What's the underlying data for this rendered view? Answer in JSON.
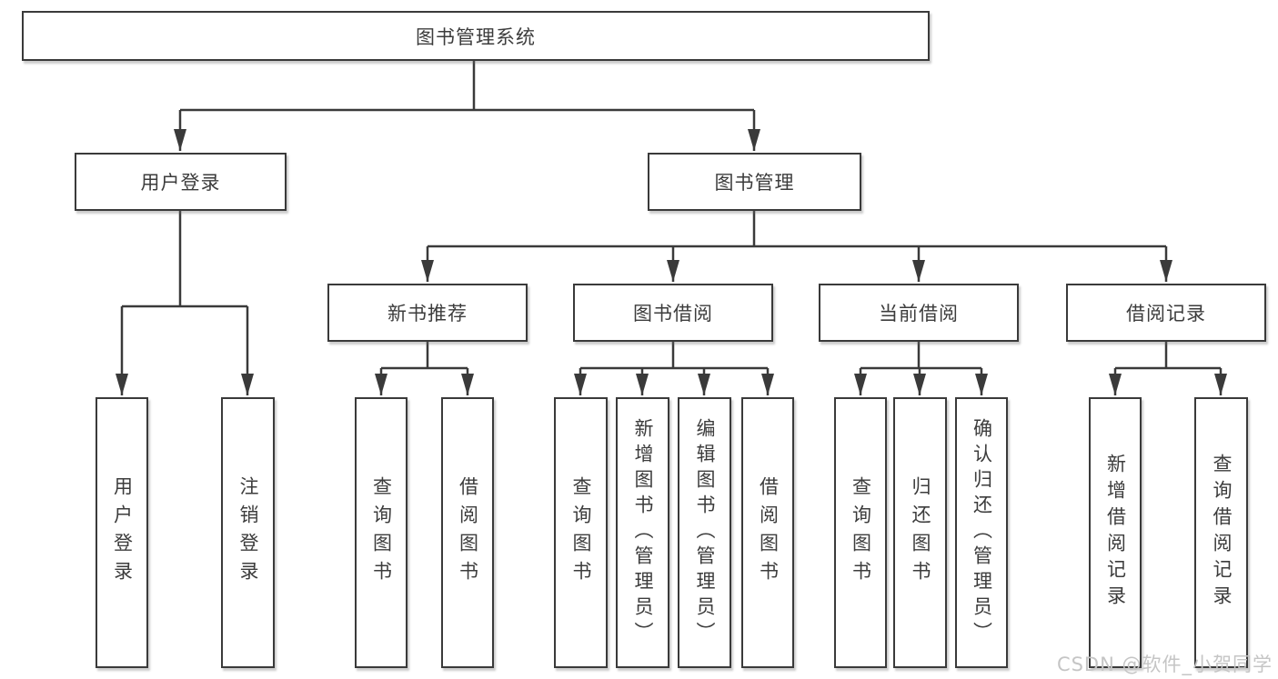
{
  "diagram": {
    "root": {
      "label": "图书管理系统"
    },
    "level2": [
      {
        "label": "用户登录"
      },
      {
        "label": "图书管理"
      }
    ],
    "level3": [
      {
        "label": "新书推荐"
      },
      {
        "label": "图书借阅"
      },
      {
        "label": "当前借阅"
      },
      {
        "label": "借阅记录"
      }
    ],
    "leaves": {
      "user_login": [
        "用户登录",
        "注销登录"
      ],
      "new_book_recommend": [
        "查询图书",
        "借阅图书"
      ],
      "book_borrow": [
        "查询图书",
        "新增图书（管理员）",
        "编辑图书（管理员）",
        "借阅图书"
      ],
      "current_borrow": [
        "查询图书",
        "归还图书",
        "确认归还（管理员）"
      ],
      "borrow_records": [
        "新增借阅记录",
        "查询借阅记录"
      ]
    }
  },
  "watermark": "CSDN @软件_小贺同学",
  "colors": {
    "line": "#3a3a3a",
    "text": "#3c3c3c",
    "background": "#ffffff",
    "watermark": "#c5c5c5"
  }
}
